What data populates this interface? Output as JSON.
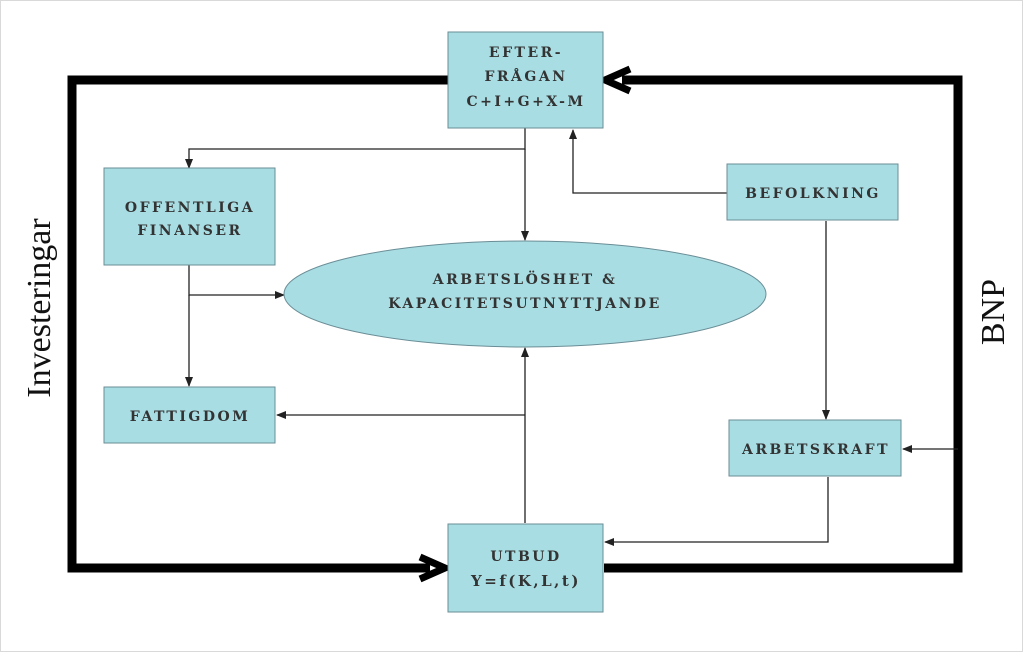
{
  "colors": {
    "box_fill": "#a8dde3",
    "box_stroke": "#6a8d96",
    "loop": "#000000",
    "arrow": "#222222"
  },
  "nodes": {
    "efterfragan": {
      "lines": [
        "EFTER-",
        "FRÅGAN",
        "C+I+G+X-M"
      ]
    },
    "offentliga": {
      "lines": [
        "OFFENTLIGA",
        "FINANSER"
      ]
    },
    "befolkning": {
      "lines": [
        "BEFOLKNING"
      ]
    },
    "arbetsloshet": {
      "lines": [
        "ARBETSLÖSHET &",
        "KAPACITETSUTNYTTJANDE"
      ]
    },
    "fattigdom": {
      "lines": [
        "FATTIGDOM"
      ]
    },
    "arbetskraft": {
      "lines": [
        "ARBETSKRAFT"
      ]
    },
    "utbud": {
      "lines": [
        "UTBUD",
        "Y=f(K,L,t)"
      ]
    }
  },
  "side_labels": {
    "left": "Investeringar",
    "right": "BNP"
  }
}
